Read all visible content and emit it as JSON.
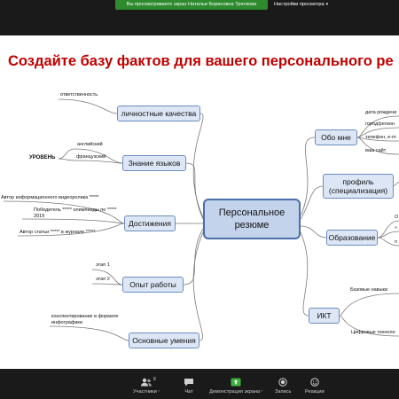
{
  "share_bar": {
    "banner": "Вы просматриваете экран Натальи Борисовна Трялкова",
    "view_options": "Настройки просмотра"
  },
  "slide": {
    "title": "Создайте базу фактов для вашего персонального ре",
    "center": {
      "line1": "Персональное",
      "line2": "резюме"
    },
    "left_nodes": {
      "personal": "личностные качества",
      "languages": "Знание языков",
      "achievements": "Достижения",
      "experience": "Опыт работы",
      "skills": "Основные умения"
    },
    "right_nodes": {
      "about": "Обо мне",
      "profile_line1": "профиль",
      "profile_line2": "(специализация)",
      "education": "Образование",
      "ikt": "ИКТ"
    },
    "leaves": {
      "responsibility": "ответственность",
      "english": "английский",
      "french": "французский",
      "level": "УРОВЕНЬ",
      "ach1": "Автор информационного видеоролика *****",
      "ach2": "Победитель ***** олимпиады по ***** 2019",
      "ach3": "Автор статьи ***** в журнале *****",
      "stage1": "этап 1",
      "stage2": "этап 2",
      "skill1": "конспектирование в формате инфографики",
      "birth": "дата рождени",
      "city": "город/регион",
      "phone": "телефон, e-m",
      "site": "ваш сайт",
      "edu1": "О",
      "edu2": "«",
      "edu3": "п",
      "basic": "Базовые навыки",
      "digital": "Цифровые техноло"
    }
  },
  "toolbar": {
    "participants": "Участники",
    "participants_count": "8",
    "chat": "Чат",
    "share": "Демонстрация экрана",
    "record": "Запись",
    "reactions": "Реакции"
  }
}
